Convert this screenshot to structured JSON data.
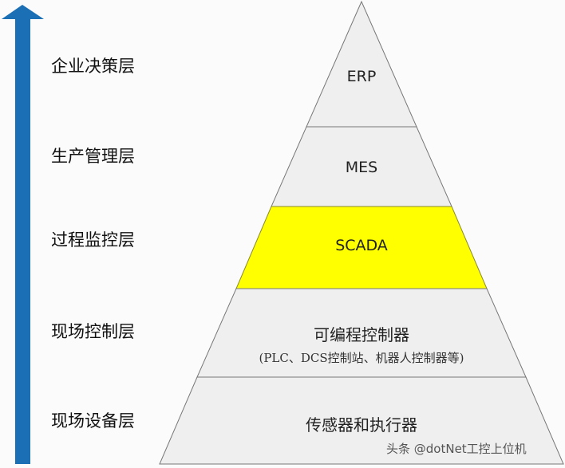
{
  "arrow": {
    "color": "#1a6fb5",
    "direction": "up"
  },
  "levels": [
    {
      "label": "企业决策层",
      "system": "ERP",
      "fill": "#efefef"
    },
    {
      "label": "生产管理层",
      "system": "MES",
      "fill": "#efefef"
    },
    {
      "label": "过程监控层",
      "system": "SCADA",
      "fill": "#ffff00"
    },
    {
      "label": "现场控制层",
      "system": "可编程控制器",
      "detail": "(PLC、DCS控制站、机器人控制器等)",
      "fill": "#efefef"
    },
    {
      "label": "现场设备层",
      "system": "传感器和执行器",
      "fill": "#efefef"
    }
  ],
  "watermark": "头条 @dotNet工控上位机"
}
